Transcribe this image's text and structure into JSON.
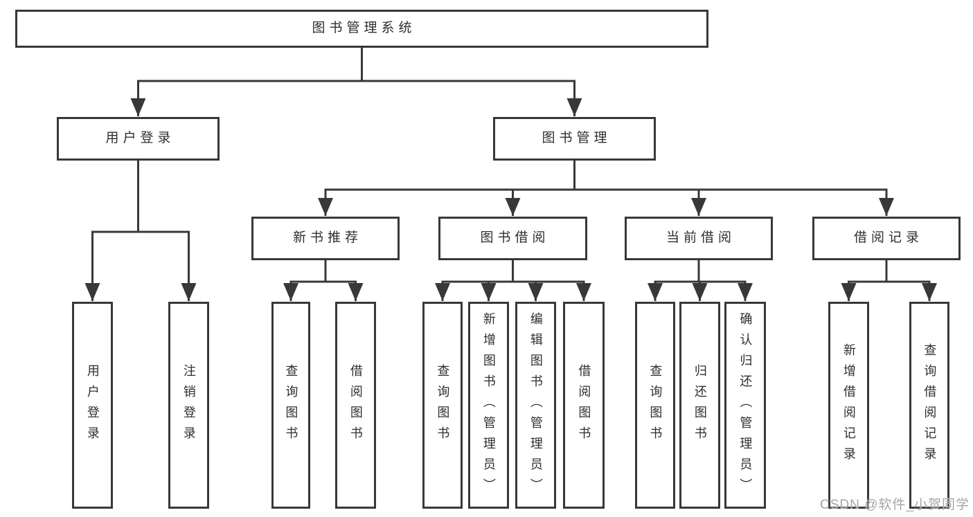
{
  "diagram": {
    "root": {
      "label": "图书管理系统"
    },
    "branches": [
      {
        "label": "用户登录",
        "children": [
          {
            "label": "用户登录"
          },
          {
            "label": "注销登录"
          }
        ]
      },
      {
        "label": "图书管理",
        "children": [
          {
            "label": "新书推荐",
            "children": [
              {
                "label": "查询图书"
              },
              {
                "label": "借阅图书"
              }
            ]
          },
          {
            "label": "图书借阅",
            "children": [
              {
                "label": "查询图书"
              },
              {
                "label": "新增图书（管理员）"
              },
              {
                "label": "编辑图书（管理员）"
              },
              {
                "label": "借阅图书"
              }
            ]
          },
          {
            "label": "当前借阅",
            "children": [
              {
                "label": "查询图书"
              },
              {
                "label": "归还图书"
              },
              {
                "label": "确认归还（管理员）"
              }
            ]
          },
          {
            "label": "借阅记录",
            "children": [
              {
                "label": "新增借阅记录"
              },
              {
                "label": "查询借阅记录"
              }
            ]
          }
        ]
      }
    ]
  },
  "watermark": {
    "text": "CSDN @软件_小贺同学"
  },
  "colors": {
    "line": "#383838",
    "text": "#2e2e2e",
    "background": "#ffffff",
    "watermark": "#a6a6a6"
  }
}
